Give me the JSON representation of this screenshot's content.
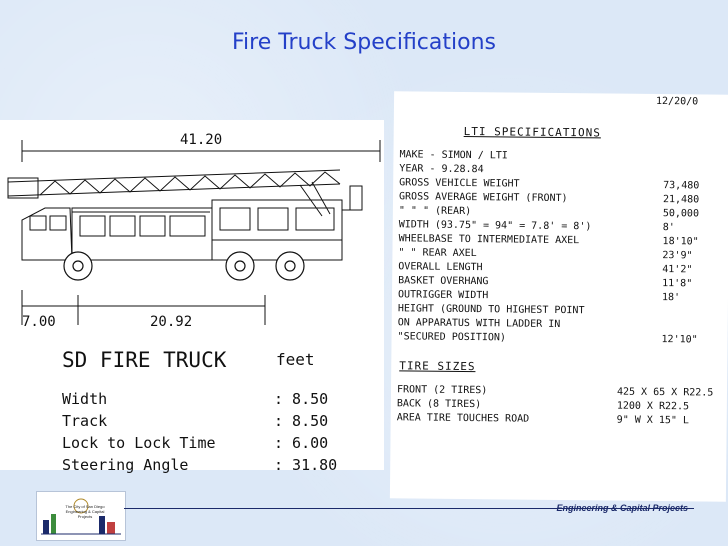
{
  "title": "Fire Truck Specifications",
  "drawing": {
    "overall_length": "41.20",
    "front_dim": "7.00",
    "middle_dim": "20.92",
    "heading": "SD FIRE TRUCK",
    "unit": "feet",
    "specs": [
      {
        "label": "Width",
        "value": ": 8.50"
      },
      {
        "label": "Track",
        "value": ": 8.50"
      },
      {
        "label": "Lock to Lock Time",
        "value": ": 6.00"
      },
      {
        "label": "Steering Angle",
        "value": ": 31.80"
      }
    ]
  },
  "notes": {
    "date": "12/20/0",
    "heading": "LTI  SPECIFICATIONS",
    "lines": [
      {
        "left": "MAKE - SIMON / LTI",
        "right": ""
      },
      {
        "left": "YEAR - 9.28.84",
        "right": ""
      },
      {
        "left": "GROSS VEHICLE WEIGHT",
        "right": "73,480"
      },
      {
        "left": "GROSS AVERAGE WEIGHT (FRONT)",
        "right": "21,480"
      },
      {
        "left": "  \"      \"     \"   (REAR)",
        "right": "50,000"
      },
      {
        "left": "WIDTH (93.75\" = 94\" = 7.8' = 8')",
        "right": "8'"
      },
      {
        "left": "WHEELBASE TO INTERMEDIATE AXEL",
        "right": "18'10\""
      },
      {
        "left": "  \"       \"   REAR AXEL",
        "right": "23'9\""
      },
      {
        "left": "OVERALL LENGTH",
        "right": "41'2\""
      },
      {
        "left": "BASKET OVERHANG",
        "right": "11'8\""
      },
      {
        "left": "OUTRIGGER WIDTH",
        "right": "18'"
      },
      {
        "left": "HEIGHT (GROUND TO HIGHEST POINT",
        "right": ""
      },
      {
        "left": "  ON APPARATUS WITH LADDER IN",
        "right": ""
      },
      {
        "left": "  \"SECURED POSITION)",
        "right": "12'10\""
      }
    ],
    "tire_heading": "TIRE SIZES",
    "tires": [
      {
        "left": "FRONT (2 TIRES)",
        "right": "425 X 65 X R22.5"
      },
      {
        "left": "BACK (8 TIRES)",
        "right": "1200 X R22.5"
      },
      {
        "left": "AREA TIRE TOUCHES ROAD",
        "right": "9\" W X 15\" L"
      }
    ]
  },
  "footer": {
    "text": "Engineering & Capital Projects",
    "logo_text": "The City of San Diego Engineering & Capital Projects"
  }
}
